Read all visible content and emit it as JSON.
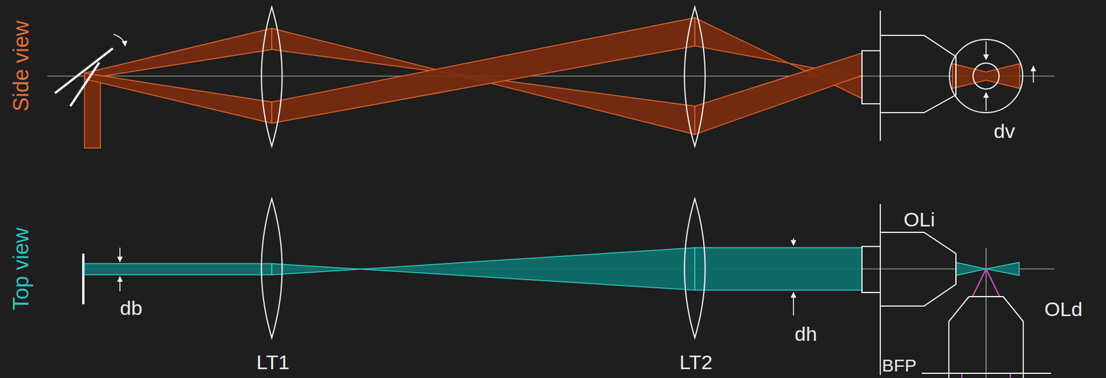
{
  "diagram": {
    "labels": [
      "Side view",
      "dv",
      "Top view",
      "db",
      "LT1",
      "LT2",
      "dh",
      "OLi",
      "OLd",
      "BFP"
    ]
  }
}
